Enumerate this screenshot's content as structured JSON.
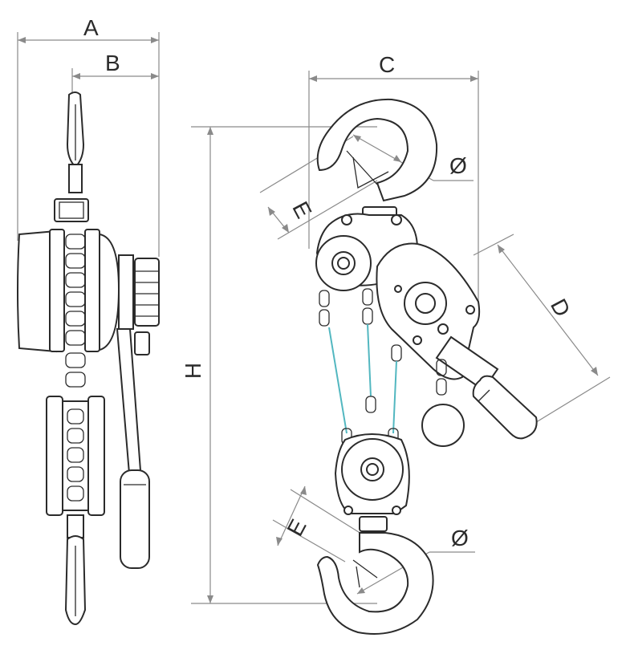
{
  "labels": {
    "a": "A",
    "b": "B",
    "c": "C",
    "d": "D",
    "e_top": "E",
    "e_bottom": "E",
    "h": "H",
    "dia_top": "Ø",
    "dia_bottom": "Ø"
  },
  "colors": {
    "line": "#2b2b2b",
    "dimension": "#8a8a8a",
    "chain_highlight": "#52b7c0"
  }
}
